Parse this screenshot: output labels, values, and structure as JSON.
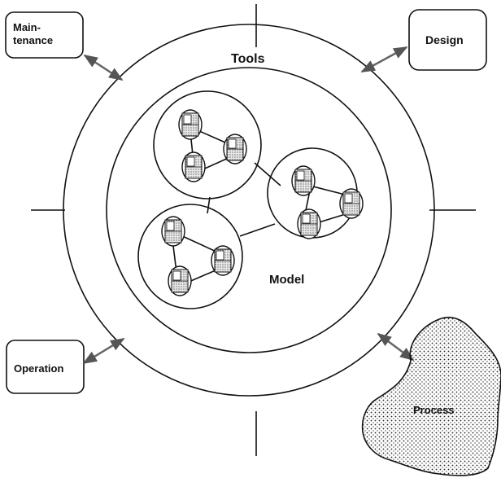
{
  "labels": {
    "maintenance_line1": "Main-",
    "maintenance_line2": "tenance",
    "design": "Design",
    "operation": "Operation",
    "tools": "Tools",
    "model": "Model",
    "process": "Process"
  }
}
